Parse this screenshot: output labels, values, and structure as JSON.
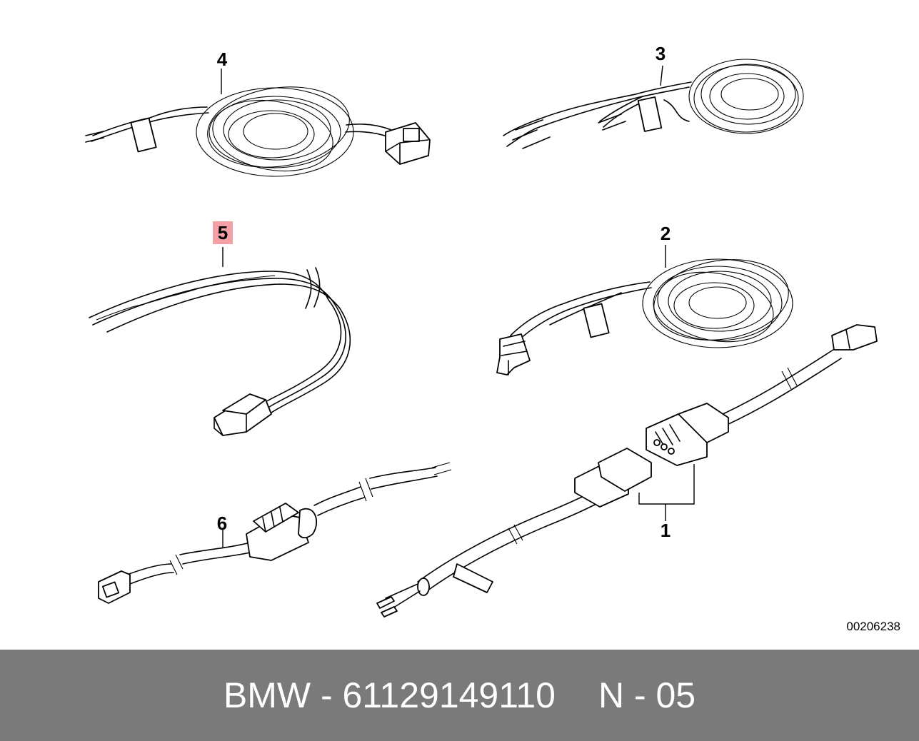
{
  "diagram": {
    "callouts": {
      "c1": "1",
      "c2": "2",
      "c3": "3",
      "c4": "4",
      "c5": "5",
      "c6": "6"
    },
    "reference_code": "00206238",
    "highlight_color": "#f4a0a6"
  },
  "footer": {
    "brand_part": "BMW - 61129149110",
    "position": "N - 05",
    "background": "#7a7a7a"
  }
}
